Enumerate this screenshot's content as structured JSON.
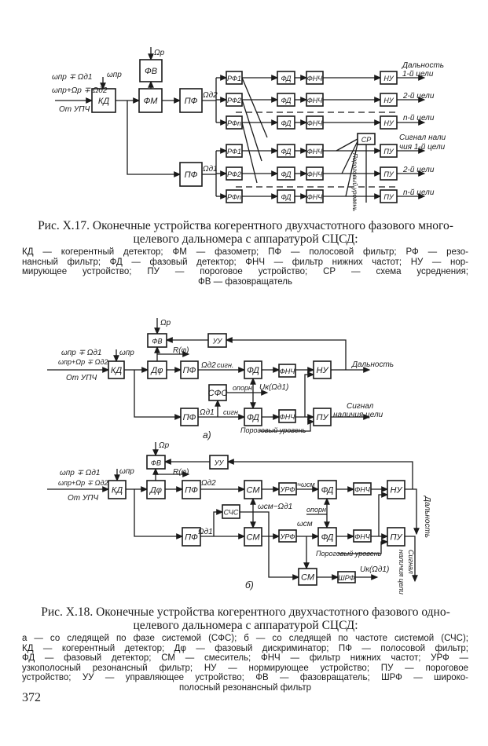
{
  "fig17": {
    "inputs": {
      "line1": "ωпр ∓ Ωд1",
      "line2": "ωпр+Ωр ∓ Ωд2",
      "source": "От УПЧ",
      "lo": "ωпр",
      "phase_ref": "Ωр"
    },
    "blocks": {
      "kd": "КД",
      "fv": "ФВ",
      "fm": "ФМ",
      "pf": "ПФ",
      "rf1": "РФ1",
      "rf2": "РФ2",
      "rfn": "РФn",
      "fd": "ФД",
      "fnch": "ФНЧ",
      "nu": "НУ",
      "pu": "ПУ",
      "sr": "СР"
    },
    "signals": {
      "omega_d2": "Ωд2",
      "omega_d1": "Ωд1",
      "threshold": "Пороговый уровень"
    },
    "outputs": {
      "range_title": "Дальность",
      "t1": "1-й цели",
      "t2": "2-й цели",
      "tn": "n-й цели",
      "presence_title": "Сигнал нали",
      "presence_t1": "чия 1-й цели"
    },
    "caption": [
      "Рис. X.17. Оконечные устройства когерентного двухчастотного фазового много-",
      "целевого дальномера с аппаратурой СЦСД:"
    ],
    "legend": [
      "КД — когерентный детектор; ФМ — фазометр; ПФ — полосовой фильтр; РФ — резо-",
      "нансный фильтр; ФД — фазовый детектор; ФНЧ — фильтр нижних частот; НУ — нор-",
      "мирующее устройство; ПУ — пороговое устройство; СР — схема усреднения;",
      "ФВ — фазовращатель"
    ]
  },
  "fig18": {
    "a": {
      "inputs": {
        "line1": "ωпр ∓ Ωд1",
        "line2": "ωпр+Ωр ∓ Ωд2",
        "source": "От УПЧ",
        "lo": "ωпр",
        "phase_ref": "Ωр"
      },
      "blocks": {
        "fv": "ФВ",
        "uu": "УУ",
        "kd": "КД",
        "dphi": "Дφ",
        "pf": "ПФ",
        "fd": "ФД",
        "fnch": "ФНЧ",
        "nu": "НУ",
        "sfs": "СФС",
        "pu": "ПУ"
      },
      "signals": {
        "r_phi": "R(φ)",
        "omega_d2": "Ωд2",
        "sign_top": "сигн.",
        "ref": "опорн.",
        "uk": "Uк(Ωд1)",
        "omega_d1": "Ωд1",
        "sign_bot": "сигн",
        "threshold": "Пороговый уровень"
      },
      "outputs": {
        "range": "Дальность",
        "presence1": "Сигнал",
        "presence2": "наличия цели"
      },
      "label": "а)"
    },
    "b": {
      "inputs": {
        "line1": "ωпр ∓ Ωд1",
        "line2": "ωпр+Ωр ∓ Ωд2",
        "source": "От УПЧ",
        "lo": "ωпр",
        "phase_ref": "Ωр"
      },
      "blocks": {
        "fv": "ФВ",
        "uu": "УУ",
        "kd": "КД",
        "dphi": "Дφ",
        "pf": "ПФ",
        "cm": "СМ",
        "urf": "УРФ",
        "fd": "ФД",
        "fnch": "ФНЧ",
        "nu": "НУ",
        "schs": "СЧС",
        "pu": "ПУ",
        "shrf": "ШРФ"
      },
      "signals": {
        "r_phi": "R(φ)",
        "omega_d2": "Ωд2",
        "approx_cm": "≈ωсм",
        "cm_minus": "ωсм−Ωд1",
        "ref": "опорн",
        "omega_d1": "Ωд1",
        "omega_cm": "ωсм",
        "threshold": "Пороговый уровень",
        "uk": "Uк(Ωд1)"
      },
      "outputs": {
        "range": "Дальность",
        "presence1": "Сигнал",
        "presence2": "наличия цели"
      },
      "label": "б)"
    },
    "caption": [
      "Рис. X.18. Оконечные устройства когерентного двухчастотного фазового одно-",
      "целевого дальномера с аппаратурой СЦСД:"
    ],
    "legend": [
      "а — со следящей по фазе системой (СФС); б — со следящей по частоте системой (СЧС);",
      "КД — когерентный детектор; Дφ — фазовый дискриминатор; ПФ — полосовой фильтр;",
      "ФД — фазовый детектор; СМ — смеситель; ФНЧ — фильтр нижних частот; УРФ —",
      "узкополосный резонансный фильтр; НУ — нормирующее устройство; ПУ — пороговое",
      "устройство; УУ — управляющее устройство; ФВ — фазовращатель; ШРФ — широко-",
      "полосный резонансный фильтр"
    ]
  },
  "page_number": "372"
}
